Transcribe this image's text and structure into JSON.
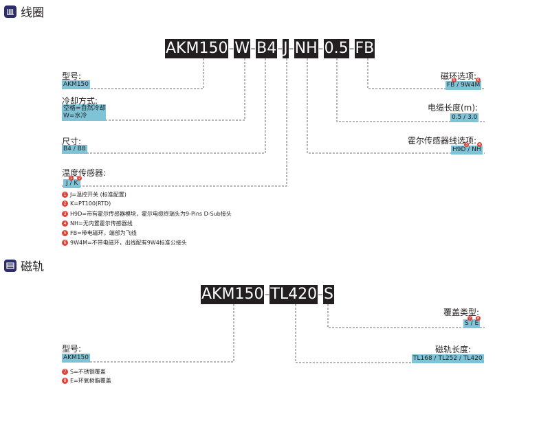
{
  "coil": {
    "title": "线圈",
    "code_parts": [
      "AKM150",
      "W",
      "B4",
      "J",
      "NH",
      "0.5",
      "FB"
    ],
    "separator": "-",
    "left_fields": [
      {
        "label": "型号:",
        "values": [
          "AKM150"
        ]
      },
      {
        "label": "冷却方式:",
        "values": [
          "空格=自然冷却",
          "W=水冷"
        ]
      },
      {
        "label": "尺寸:",
        "values": [
          "B4 / B8"
        ]
      },
      {
        "label": "温度传感器:",
        "values": [
          "J / K"
        ],
        "markers": [
          "1",
          "2"
        ]
      }
    ],
    "right_fields": [
      {
        "label": "磁环选项:",
        "values": [
          "FB / 9W4M"
        ],
        "markers": [
          "5",
          "6"
        ]
      },
      {
        "label": "电缆长度(m):",
        "values": [
          "0.5 / 3.0"
        ]
      },
      {
        "label": "霍尔传感器线选项:",
        "values": [
          "H9D / NH"
        ],
        "markers": [
          "3",
          "4"
        ]
      }
    ],
    "notes": [
      {
        "num": "1",
        "text": "J=温控开关 (标准配置)"
      },
      {
        "num": "2",
        "text": "K=PT100(RTD)"
      },
      {
        "num": "3",
        "text": "H9D=带有霍尔传感器模块，霍尔电缆终端头为9-Pins D-Sub接头"
      },
      {
        "num": "4",
        "text": "NH=无内置霍尔传感器线"
      },
      {
        "num": "5",
        "text": "FB=带电磁环，端部为飞线"
      },
      {
        "num": "6",
        "text": "9W4M=不带电磁环，出线配有9W4标准公接头"
      }
    ]
  },
  "track": {
    "title": "磁轨",
    "code_parts": [
      "AKM150",
      "TL420",
      "S"
    ],
    "separator": "-",
    "left_fields": [
      {
        "label": "型号:",
        "values": [
          "AKM150"
        ]
      }
    ],
    "right_fields": [
      {
        "label": "覆盖类型:",
        "values": [
          "S / E"
        ],
        "markers": [
          "7",
          "8"
        ]
      },
      {
        "label": "磁轨长度:",
        "values": [
          "TL168 / TL252 / TL420"
        ]
      }
    ],
    "notes": [
      {
        "num": "7",
        "text": "S=不锈钢覆盖"
      },
      {
        "num": "8",
        "text": "E=环氧树脂覆盖"
      }
    ]
  },
  "colors": {
    "code_bg": "#231f20",
    "value_bg": "#7fc3d6",
    "marker": "#e0433a",
    "icon_bg": "#2e2d6b"
  },
  "icons": [
    "coil-icon",
    "track-icon"
  ]
}
